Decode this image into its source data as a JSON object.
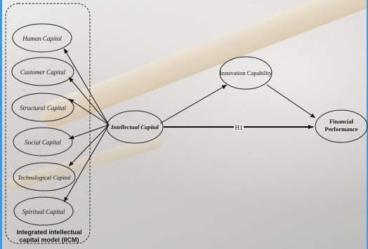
{
  "diagram": {
    "dimensions": [
      "Human Capital",
      "Customer Capital",
      "Structural Capital",
      "Social Capital",
      "Technological Capital",
      "Spiritual Capital"
    ],
    "center_node": "Intellectual Capital",
    "mediator_node": "Innovation Capability",
    "outcome_node_line1": "Financial",
    "outcome_node_line2": "Performance",
    "hypothesis_label": "H1",
    "group_caption_line1": "integrated intellectual",
    "group_caption_line2": "capital model (IICM)"
  }
}
